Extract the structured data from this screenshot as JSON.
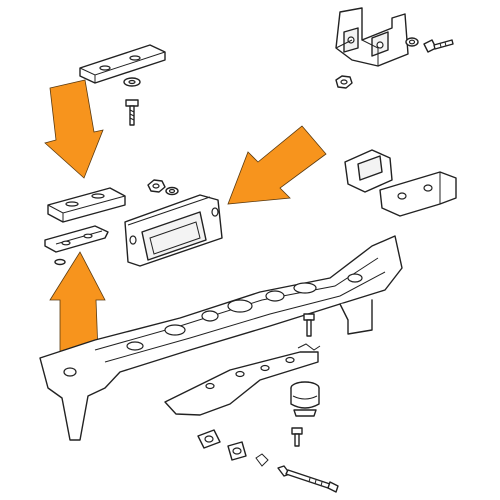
{
  "diagram": {
    "type": "exploded-parts-view",
    "colors": {
      "line": "#222222",
      "part_fill": "#ffffff",
      "part_shade": "#f3f3f3",
      "arrow": "#f7941d",
      "background": "#ffffff"
    },
    "callout_arrows": [
      {
        "name": "arrow-down",
        "points_to": "spacer-plate"
      },
      {
        "name": "arrow-up",
        "points_to": "clamp-bracket"
      },
      {
        "name": "arrow-diagonal",
        "points_to": "rubber-mount-pad"
      }
    ]
  }
}
